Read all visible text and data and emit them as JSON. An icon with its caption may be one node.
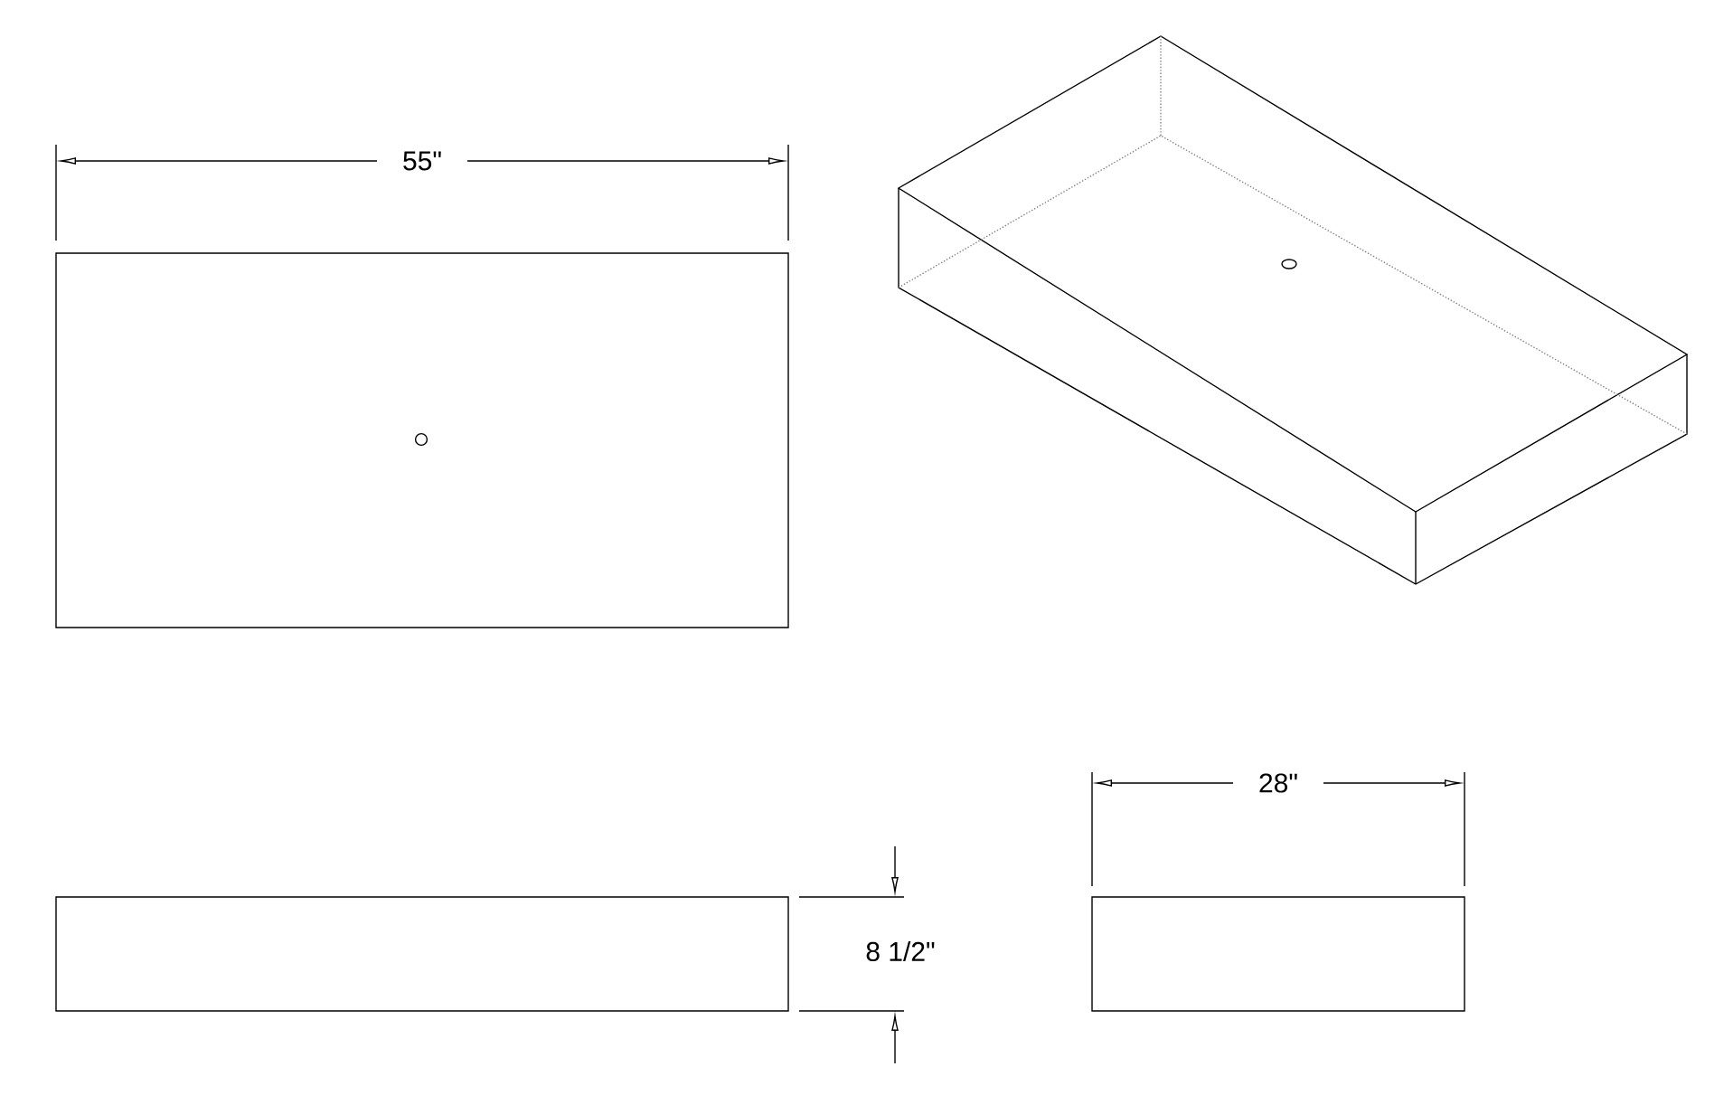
{
  "diagram": {
    "labels": [
      "55\"",
      "8 1/2\"",
      "28\""
    ]
  }
}
